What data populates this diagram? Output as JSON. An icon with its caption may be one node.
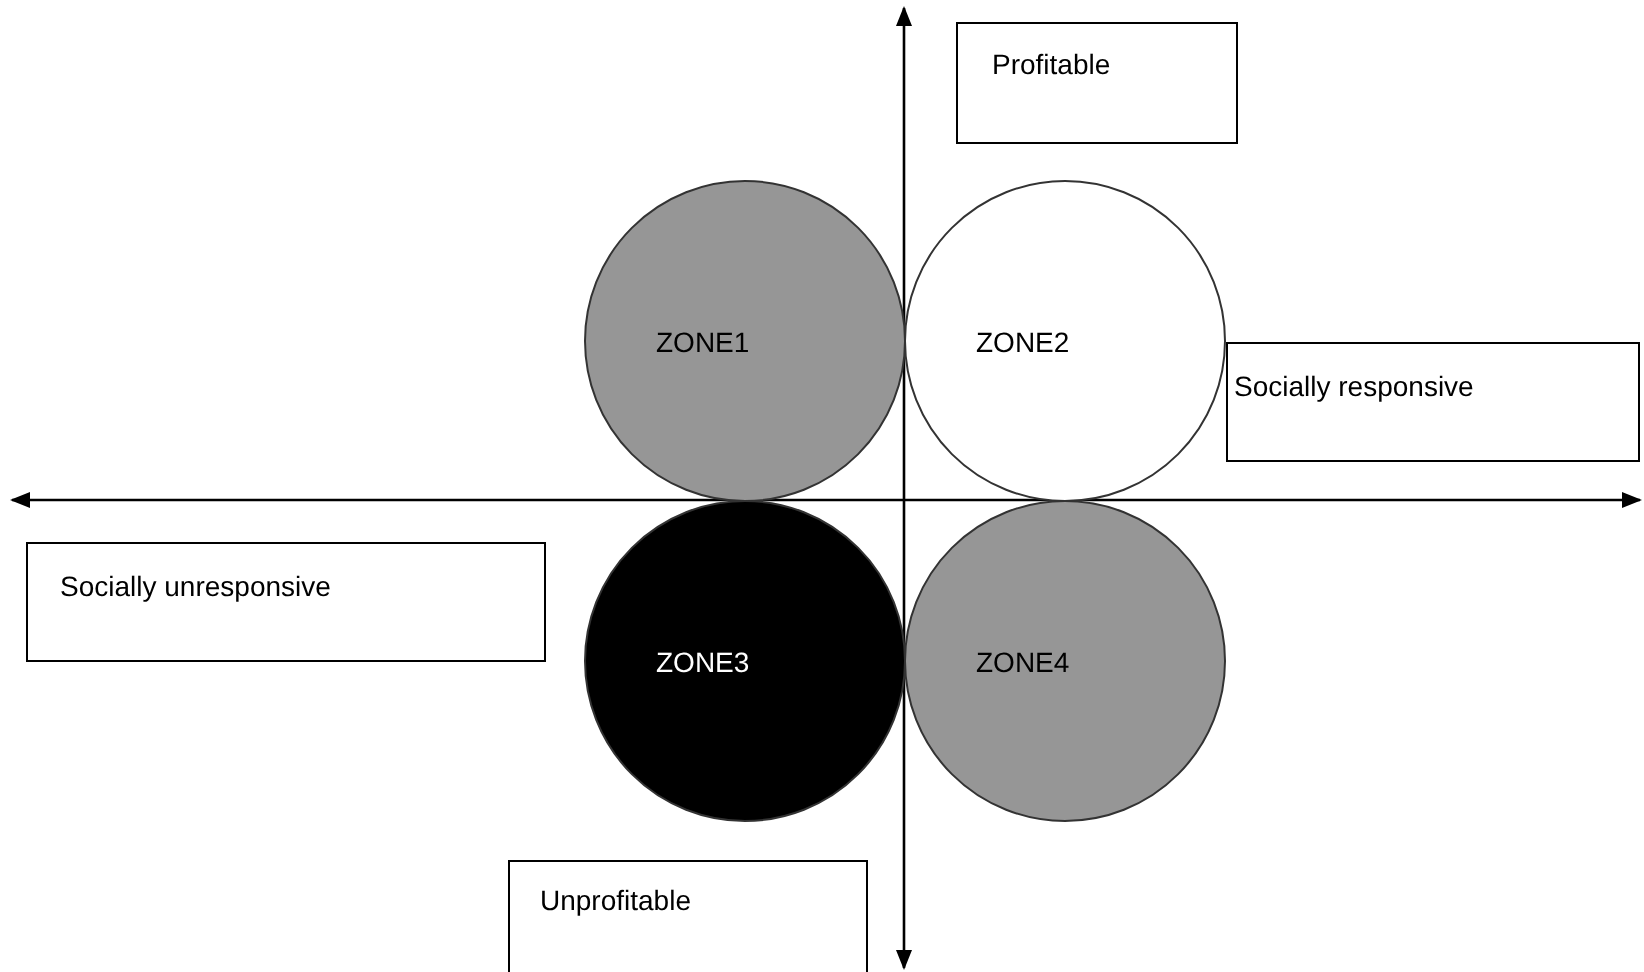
{
  "diagram": {
    "nodes": [
      {
        "text": [
          "Profitable"
        ]
      },
      {
        "text": [
          "ZONE1"
        ]
      },
      {
        "text": [
          "ZONE2"
        ]
      },
      {
        "text": [
          "Socially responsive"
        ]
      },
      {
        "text": [
          "Socially unresponsive"
        ]
      },
      {
        "text": [
          "ZONE3"
        ]
      },
      {
        "text": [
          "ZONE4"
        ]
      },
      {
        "text": [
          "Unprofitable"
        ]
      }
    ]
  }
}
